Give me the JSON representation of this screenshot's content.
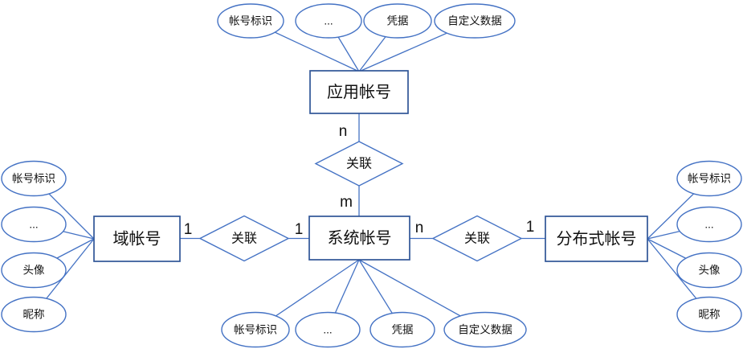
{
  "diagram": {
    "type": "er-diagram",
    "colors": {
      "connector": "#4472C4",
      "attribute_border": "#4472C4",
      "entity_border": "#2F5597",
      "relationship_border": "#4472C4",
      "text": "#111111",
      "background": "#ffffff"
    },
    "entities": {
      "app": {
        "label": "应用帐号"
      },
      "domain": {
        "label": "域帐号"
      },
      "system": {
        "label": "系统帐号"
      },
      "distributed": {
        "label": "分布式帐号"
      }
    },
    "relationships": {
      "app_system": {
        "label": "关联",
        "card_app": "n",
        "card_system": "m"
      },
      "domain_system": {
        "label": "关联",
        "card_domain": "1",
        "card_system": "1"
      },
      "system_distributed": {
        "label": "关联",
        "card_system": "n",
        "card_distributed": "1"
      }
    },
    "attributes": {
      "app": [
        "帐号标识",
        "...",
        "凭据",
        "自定义数据"
      ],
      "domain": [
        "帐号标识",
        "...",
        "头像",
        "昵称"
      ],
      "system": [
        "帐号标识",
        "...",
        "凭据",
        "自定义数据"
      ],
      "distributed": [
        "帐号标识",
        "...",
        "头像",
        "昵称"
      ]
    }
  }
}
